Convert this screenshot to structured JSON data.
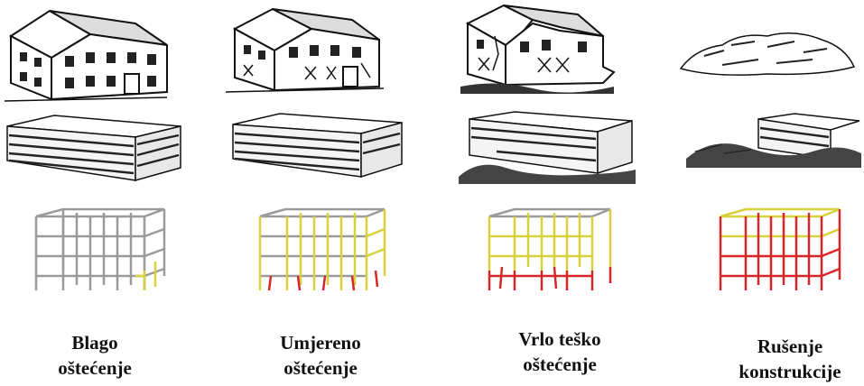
{
  "stages": [
    {
      "line1": "Blago",
      "line2": "oštećenje"
    },
    {
      "line1": "Umjereno",
      "line2": "oštećenje"
    },
    {
      "line1": "Vrlo teško",
      "line2": "oštećenje"
    },
    {
      "line1": "Rušenje",
      "line2": "konstrukcije"
    }
  ],
  "colors": {
    "frame": "#9a9a9a",
    "yield": "#d8d23a",
    "failure": "#d8262a",
    "ink": "#111111"
  }
}
